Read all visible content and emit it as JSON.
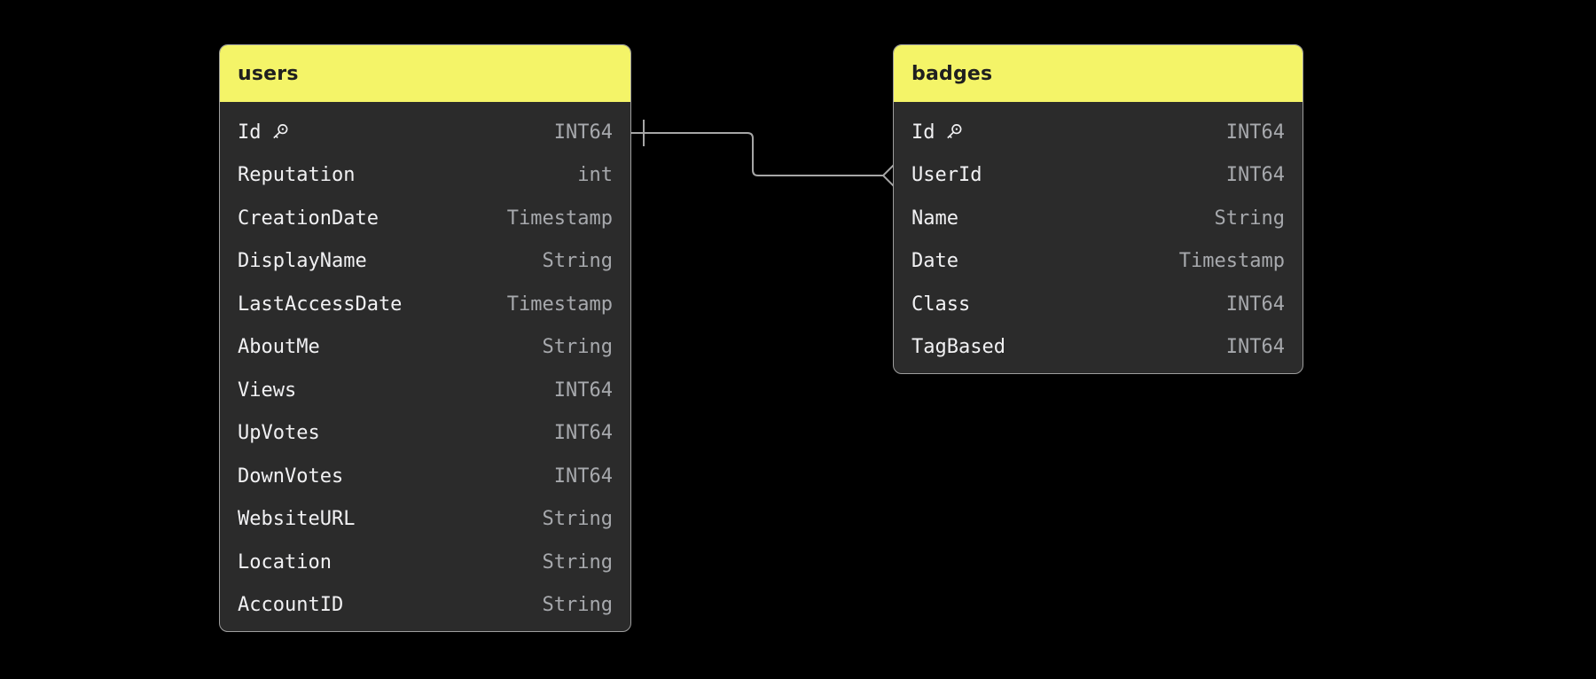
{
  "diagram": {
    "colors": {
      "canvas_bg": "#000000",
      "table_bg": "#2b2b2b",
      "table_border": "#9e9e9e",
      "header_bg": "#f4f468",
      "header_text": "#1f1f1f",
      "field_text": "#f1f1f3",
      "type_text": "#a7a9ad",
      "connector": "#a6a6a6"
    },
    "tables": [
      {
        "name": "users",
        "fields": [
          {
            "name": "Id",
            "type": "INT64",
            "primary_key": true
          },
          {
            "name": "Reputation",
            "type": "int",
            "primary_key": false
          },
          {
            "name": "CreationDate",
            "type": "Timestamp",
            "primary_key": false
          },
          {
            "name": "DisplayName",
            "type": "String",
            "primary_key": false
          },
          {
            "name": "LastAccessDate",
            "type": "Timestamp",
            "primary_key": false
          },
          {
            "name": "AboutMe",
            "type": "String",
            "primary_key": false
          },
          {
            "name": "Views",
            "type": "INT64",
            "primary_key": false
          },
          {
            "name": "UpVotes",
            "type": "INT64",
            "primary_key": false
          },
          {
            "name": "DownVotes",
            "type": "INT64",
            "primary_key": false
          },
          {
            "name": "WebsiteURL",
            "type": "String",
            "primary_key": false
          },
          {
            "name": "Location",
            "type": "String",
            "primary_key": false
          },
          {
            "name": "AccountID",
            "type": "String",
            "primary_key": false
          }
        ]
      },
      {
        "name": "badges",
        "fields": [
          {
            "name": "Id",
            "type": "INT64",
            "primary_key": true
          },
          {
            "name": "UserId",
            "type": "INT64",
            "primary_key": false
          },
          {
            "name": "Name",
            "type": "String",
            "primary_key": false
          },
          {
            "name": "Date",
            "type": "Timestamp",
            "primary_key": false
          },
          {
            "name": "Class",
            "type": "INT64",
            "primary_key": false
          },
          {
            "name": "TagBased",
            "type": "INT64",
            "primary_key": false
          }
        ]
      }
    ],
    "relationships": [
      {
        "from_table": "users",
        "from_field": "Id",
        "from_cardinality": "one",
        "to_table": "badges",
        "to_field": "UserId",
        "to_cardinality": "many"
      }
    ]
  }
}
